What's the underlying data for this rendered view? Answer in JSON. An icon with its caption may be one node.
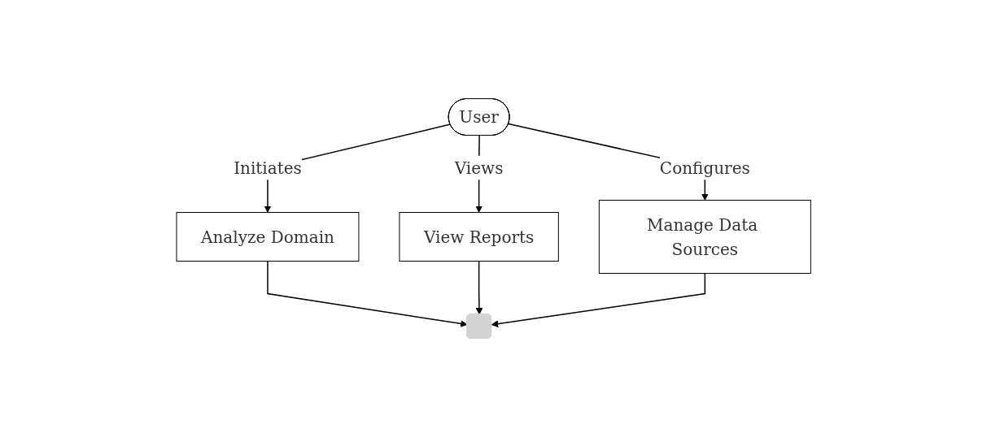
{
  "diagram": {
    "nodes": [
      {
        "text": [
          "User"
        ]
      },
      {
        "text": [
          "Analyze Domain"
        ]
      },
      {
        "text": [
          "View Reports"
        ]
      },
      {
        "text": [
          "Manage Data Sources"
        ]
      },
      {
        "text": [],
        "shape": "box"
      }
    ],
    "edges": [
      {
        "from": 0,
        "to": 1,
        "arrow": "to",
        "label": "Initiates"
      },
      {
        "from": 0,
        "to": 2,
        "arrow": "to",
        "label": "Views"
      },
      {
        "from": 0,
        "to": 3,
        "arrow": "to",
        "label": "Configures"
      },
      {
        "from": 1,
        "to": 4,
        "arrow": "to"
      },
      {
        "from": 2,
        "to": 4,
        "arrow": "to"
      },
      {
        "from": 3,
        "to": 4,
        "arrow": "to"
      }
    ]
  }
}
